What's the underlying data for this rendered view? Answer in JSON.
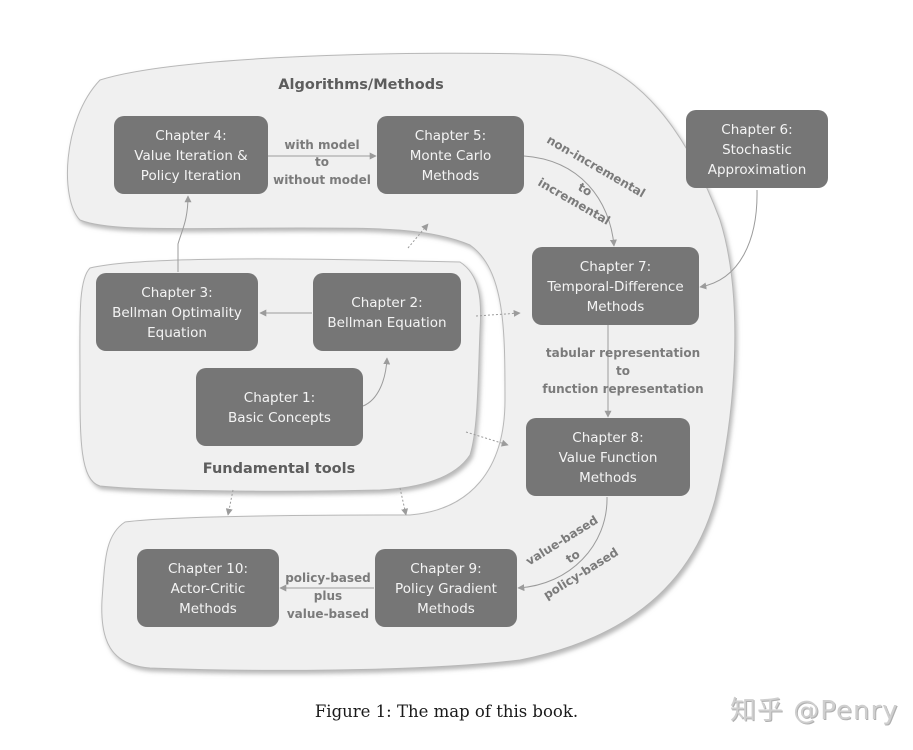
{
  "regions": {
    "algorithms": {
      "title": "Algorithms/Methods"
    },
    "fundamental": {
      "title": "Fundamental tools"
    }
  },
  "colors": {
    "node_fill": "#767676",
    "node_text": "#f4f4f4",
    "region_fill": "#f0f0f0",
    "edge": "#9b9b9b",
    "edge_label": "#7b7b7b"
  },
  "nodes": [
    {
      "id": "ch1",
      "lines": [
        "Chapter 1:",
        "Basic Concepts"
      ]
    },
    {
      "id": "ch2",
      "lines": [
        "Chapter 2:",
        "Bellman Equation"
      ]
    },
    {
      "id": "ch3",
      "lines": [
        "Chapter 3:",
        "Bellman Optimality",
        "Equation"
      ]
    },
    {
      "id": "ch4",
      "lines": [
        "Chapter 4:",
        "Value Iteration &",
        "Policy Iteration"
      ]
    },
    {
      "id": "ch5",
      "lines": [
        "Chapter 5:",
        "Monte Carlo",
        "Methods"
      ]
    },
    {
      "id": "ch6",
      "lines": [
        "Chapter 6:",
        "Stochastic",
        "Approximation"
      ]
    },
    {
      "id": "ch7",
      "lines": [
        "Chapter 7:",
        "Temporal-Difference",
        "Methods"
      ]
    },
    {
      "id": "ch8",
      "lines": [
        "Chapter 8:",
        "Value Function",
        "Methods"
      ]
    },
    {
      "id": "ch9",
      "lines": [
        "Chapter 9:",
        "Policy Gradient",
        "Methods"
      ]
    },
    {
      "id": "ch10",
      "lines": [
        "Chapter 10:",
        "Actor-Critic",
        "Methods"
      ]
    }
  ],
  "edge_labels": {
    "ch4_ch5": [
      "with model",
      "to",
      "without model"
    ],
    "ch5_ch7": [
      "non-incremental",
      "to",
      "incremental"
    ],
    "ch7_ch8": [
      "tabular representation",
      "to",
      "function representation"
    ],
    "ch8_ch9": [
      "value-based",
      "to",
      "policy-based"
    ],
    "ch9_ch10": [
      "policy-based",
      "plus",
      "value-based"
    ]
  },
  "caption": "Figure 1: The map of this book.",
  "watermark": "知乎 @Penry"
}
